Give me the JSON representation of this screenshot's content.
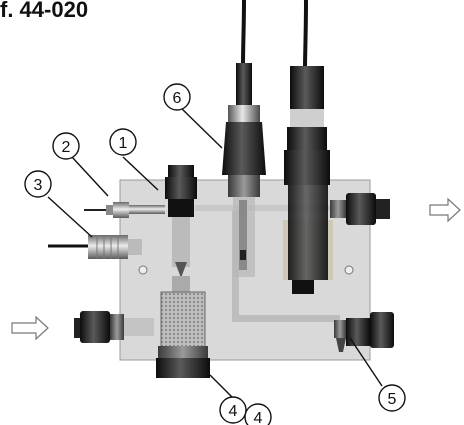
{
  "title": "f. 44-020",
  "callouts": [
    {
      "id": "1",
      "label": "1"
    },
    {
      "id": "2",
      "label": "2"
    },
    {
      "id": "3",
      "label": "3"
    },
    {
      "id": "4a",
      "label": "4"
    },
    {
      "id": "4b",
      "label": "4"
    },
    {
      "id": "5",
      "label": "5"
    },
    {
      "id": "6",
      "label": "6"
    }
  ],
  "flow": {
    "inlet": "inlet-arrow-icon",
    "outlet": "outlet-arrow-icon"
  },
  "colors": {
    "panel": "#d9d9d9",
    "panel_edge": "#9a9a9a",
    "fitting": "#1e1e1e",
    "line": "#111111"
  }
}
